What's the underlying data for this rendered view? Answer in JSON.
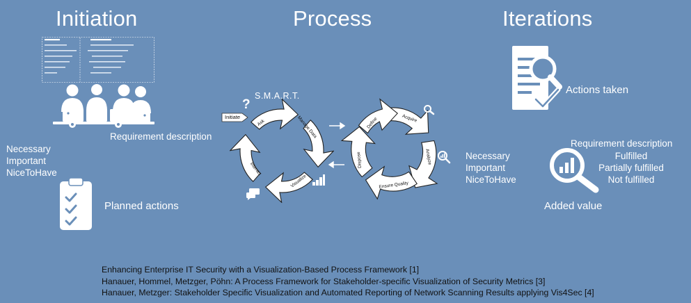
{
  "sections": {
    "initiation": "Initiation",
    "process": "Process",
    "iterations": "Iterations"
  },
  "initiation": {
    "requirement_description": "Requirement  description",
    "priorities": [
      "Necessary",
      "Important",
      "NiceToHave"
    ],
    "planned_actions": "Planned actions"
  },
  "process": {
    "smart": "S.M.A.R.T.",
    "initiate": "Initiate",
    "left_cycle": [
      "Ask",
      "Manage Data",
      "Visualize",
      "Interact"
    ],
    "right_cycle": [
      "Define",
      "Acquire",
      "Analyze",
      "Ensure Quality",
      "Dispose"
    ]
  },
  "iterations": {
    "actions_taken": "Actions taken",
    "priorities": [
      "Necessary",
      "Important",
      "NiceToHave"
    ],
    "requirement_description": "Requirement  description",
    "fulfillment": [
      "Fulfilled",
      "Partially fulfilled",
      "Not fulfilled"
    ],
    "added_value": "Added value"
  },
  "references": [
    "Enhancing Enterprise IT Security with a Visualization-Based Process Framework [1]",
    "Hanauer, Hommel, Metzger, Pöhn: A Process Framework for Stakeholder-specific Visualization of Security Metrics [3]",
    "Hanauer, Metzger: Stakeholder Specific Visualization and Automated Reporting of Network Scanning Results applying Vis4Sec [4]"
  ]
}
